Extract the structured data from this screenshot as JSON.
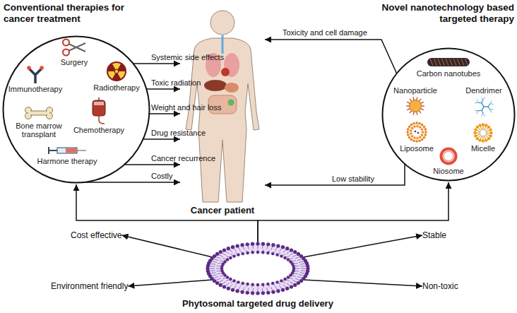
{
  "diagram": {
    "nodes": [
      {
        "text": [
          "Conventional therapies for cancer treatment"
        ]
      },
      {
        "text": [
          "Surgery"
        ],
        "in": 0
      },
      {
        "text": [
          "Immunotherapy"
        ],
        "in": 0
      },
      {
        "text": [
          "Radiotherapy"
        ],
        "in": 0
      },
      {
        "text": [
          "Chemotherapy"
        ],
        "in": 0
      },
      {
        "text": [
          "Bone marrow transplant"
        ],
        "in": 0
      },
      {
        "text": [
          "Harmone therapy"
        ],
        "in": 0
      },
      {
        "text": [
          "Cancer patient"
        ]
      },
      {
        "text": [
          "Novel nanotechnology based targeted therapy"
        ]
      },
      {
        "text": [
          "Carbon nanotubes"
        ],
        "in": 8
      },
      {
        "text": [
          "Nanoparticle"
        ],
        "in": 8
      },
      {
        "text": [
          "Dendrimer"
        ],
        "in": 8
      },
      {
        "text": [
          "Liposome"
        ],
        "in": 8
      },
      {
        "text": [
          "Micelle"
        ],
        "in": 8
      },
      {
        "text": [
          "Niosome"
        ],
        "in": 8
      },
      {
        "text": [
          "Cost effective"
        ]
      },
      {
        "text": [
          "Stable"
        ]
      },
      {
        "text": [
          "Phytosomal targeted drug delivery"
        ]
      },
      {
        "text": [
          "Environment friendly"
        ]
      },
      {
        "text": [
          "Non-toxic"
        ]
      }
    ],
    "edges": [
      {
        "from": 0,
        "to": 7,
        "label": "Systemic side effects",
        "arrow": "to"
      },
      {
        "from": 0,
        "to": 7,
        "label": "Toxic radiation",
        "arrow": "to"
      },
      {
        "from": 0,
        "to": 7,
        "label": "Weight and hair loss",
        "arrow": "to"
      },
      {
        "from": 0,
        "to": 7,
        "label": "Drug resistance",
        "arrow": "to"
      },
      {
        "from": 0,
        "to": 7,
        "label": "Cancer recurrence",
        "arrow": "to"
      },
      {
        "from": 0,
        "to": 7,
        "label": "Costly",
        "arrow": "to"
      },
      {
        "from": 8,
        "to": 7,
        "label": "Toxicity and cell damage",
        "arrow": "to"
      },
      {
        "from": 8,
        "to": 7,
        "label": "Low stability",
        "arrow": "to"
      },
      {
        "from": 17,
        "to": 0,
        "arrow": "to"
      },
      {
        "from": 17,
        "to": 8,
        "arrow": "to"
      },
      {
        "from": 17,
        "to": 15,
        "arrow": "to"
      },
      {
        "from": 17,
        "to": 16,
        "arrow": "to"
      },
      {
        "from": 17,
        "to": 18,
        "arrow": "to"
      },
      {
        "from": 17,
        "to": 19,
        "arrow": "to"
      }
    ]
  }
}
